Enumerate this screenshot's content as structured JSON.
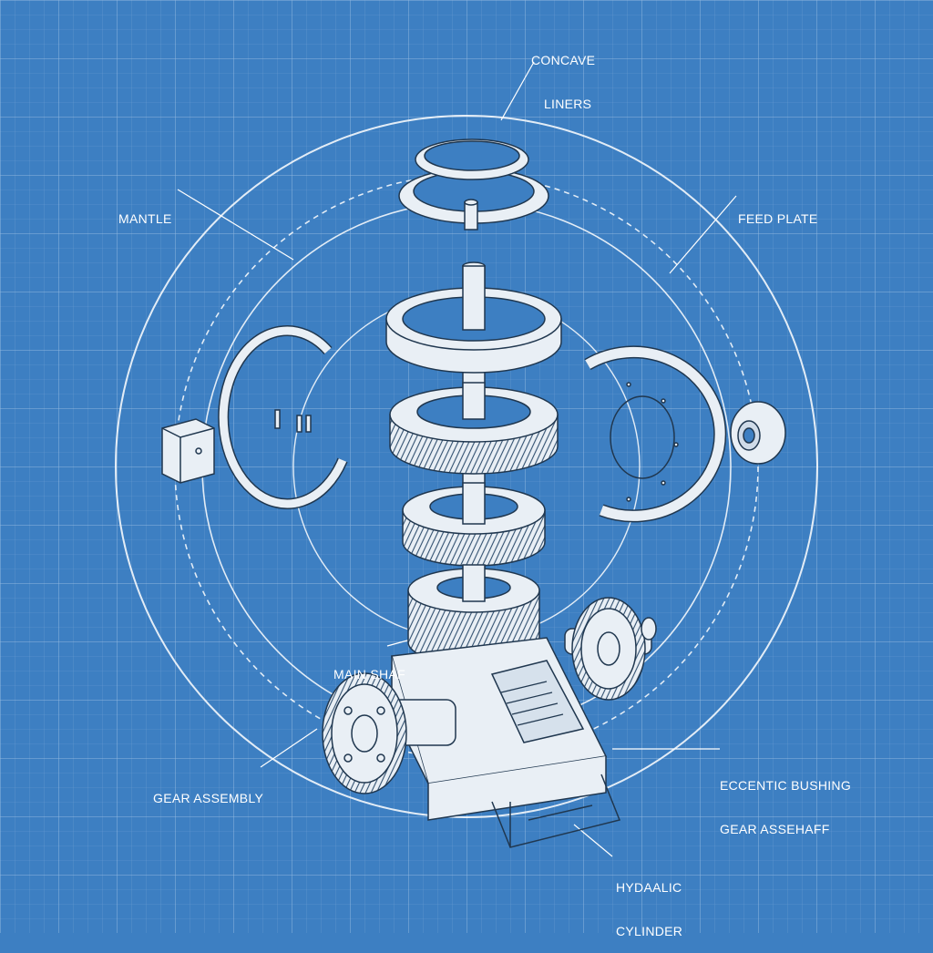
{
  "background_color": "#3d7fc2",
  "line_color": "#ffffff",
  "part_fill": "#e9eff5",
  "labels": {
    "concave_liners": [
      "CONCAVE",
      "LINERS"
    ],
    "mantle": "MANTLE",
    "feed_plate": "FEED PLATE",
    "main_shaft": "MAIN SHAF",
    "gear_assembly": "GEAR ASSEMBLY",
    "eccentric_bushing": [
      "ECCENTIC BUSHING",
      "GEAR ASSEHAFF"
    ],
    "hydraulic_cylinder": [
      "HYDAALIC",
      "CYLINDER"
    ]
  }
}
